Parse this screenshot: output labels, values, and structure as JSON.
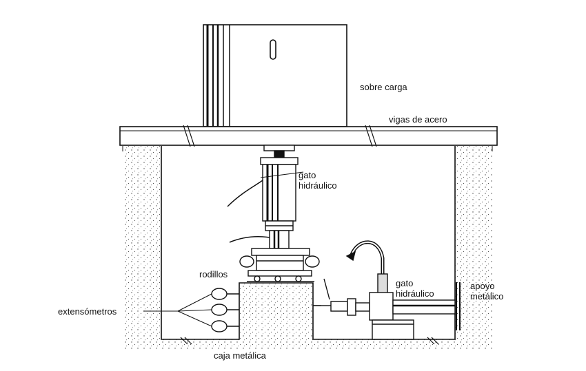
{
  "labels": {
    "surcharge": "sobre carga",
    "steel_beams": "vigas de acero",
    "jack_top_line1": "gato",
    "jack_top_line2": "hidráulico",
    "rollers": "rodillos",
    "jack_side_line1": "gato",
    "jack_side_line2": "hidráulico",
    "support_line1": "apoyo",
    "support_line2": "metálico",
    "extensometers": "extensómetros",
    "box": "caja metálica"
  }
}
